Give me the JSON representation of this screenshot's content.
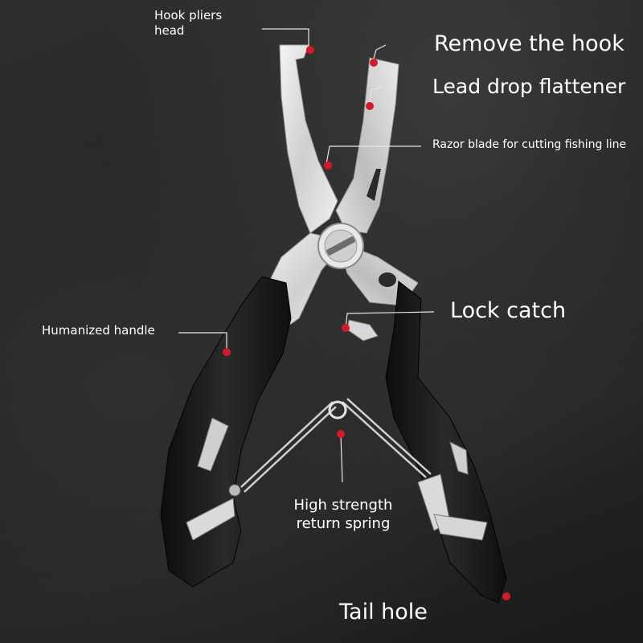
{
  "colors": {
    "background": "#262626",
    "marker": "#d11a2a",
    "leader": "#e6e6e6",
    "text": "#ffffff",
    "handle": "#151515",
    "steel": "#dcdcdc"
  },
  "callouts": {
    "head_line1": "Hook pliers",
    "head_line2": "head",
    "remove_hook": "Remove the hook",
    "lead_drop": "Lead drop flattener",
    "razor": "Razor blade for cutting fishing line",
    "lock_catch": "Lock catch",
    "handle": "Humanized handle",
    "spring_line1": "High strength",
    "spring_line2": "return spring",
    "tail_hole": "Tail hole"
  },
  "illustration": {
    "subject": "fishing-pliers",
    "icon": "pliers-icon"
  }
}
